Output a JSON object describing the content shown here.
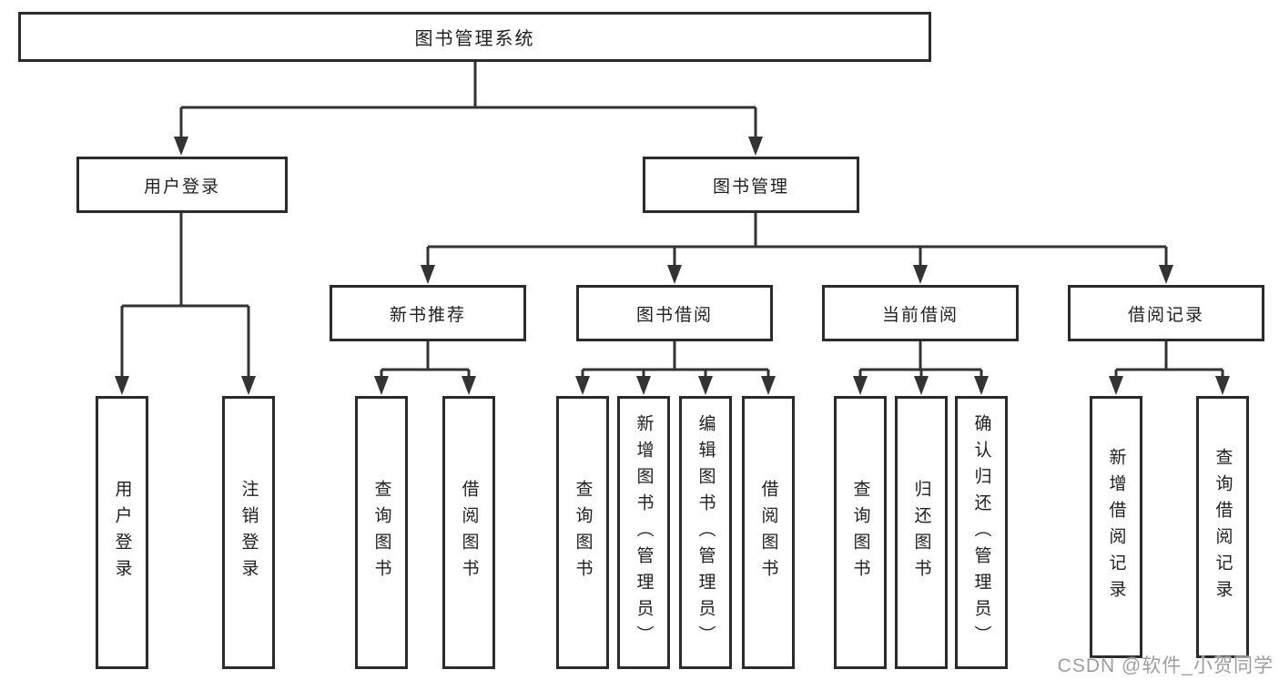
{
  "diagram": {
    "title": "图书管理系统",
    "level2": {
      "user_login": "用户登录",
      "book_management": "图书管理"
    },
    "level3": {
      "new_book_recommend": "新书推荐",
      "book_borrow": "图书借阅",
      "current_borrow": "当前借阅",
      "borrow_records": "借阅记录"
    },
    "leaves": {
      "login": [
        "用户登录",
        "注销登录"
      ],
      "recommend": [
        "查询图书",
        "借阅图书"
      ],
      "borrow": [
        "查询图书",
        "新增图书（管理员）",
        "编辑图书（管理员）",
        "借阅图书"
      ],
      "current": [
        "查询图书",
        "归还图书",
        "确认归还（管理员）"
      ],
      "records": [
        "新增借阅记录",
        "查询借阅记录"
      ]
    },
    "watermark": "CSDN @软件_小贺同学",
    "colors": {
      "line": "#333333",
      "box_border": "#2b2b2b",
      "text": "#1f1f1f",
      "watermark": "#9d9d9d",
      "background": "#ffffff"
    }
  }
}
